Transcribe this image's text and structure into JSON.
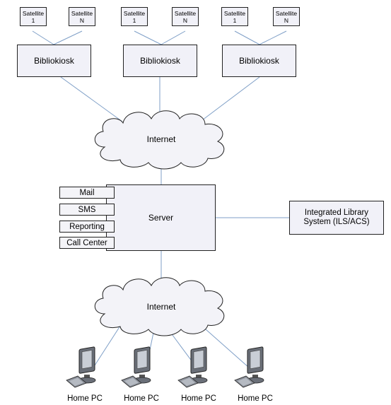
{
  "satellites": [
    {
      "line1": "Satellite",
      "line2": "1"
    },
    {
      "line1": "Satellite",
      "line2": "N"
    },
    {
      "line1": "Satellite",
      "line2": "1"
    },
    {
      "line1": "Satellite",
      "line2": "N"
    },
    {
      "line1": "Satellite",
      "line2": "1"
    },
    {
      "line1": "Satellite",
      "line2": "N"
    }
  ],
  "kiosks": [
    "Bibliokiosk",
    "Bibliokiosk",
    "Bibliokiosk"
  ],
  "clouds": [
    "Internet",
    "Internet"
  ],
  "server": {
    "label": "Server",
    "modules": [
      "Mail",
      "SMS",
      "Reporting",
      "Call Center"
    ]
  },
  "ils": {
    "line1": "Integrated Library",
    "line2": "System (ILS/ACS)"
  },
  "home_pcs": [
    "Home PC",
    "Home PC",
    "Home PC",
    "Home PC"
  ],
  "colors": {
    "box_fill": "#f1f1f8",
    "line": "#7f9fc7",
    "cloud_fill": "#f3f3f8"
  }
}
